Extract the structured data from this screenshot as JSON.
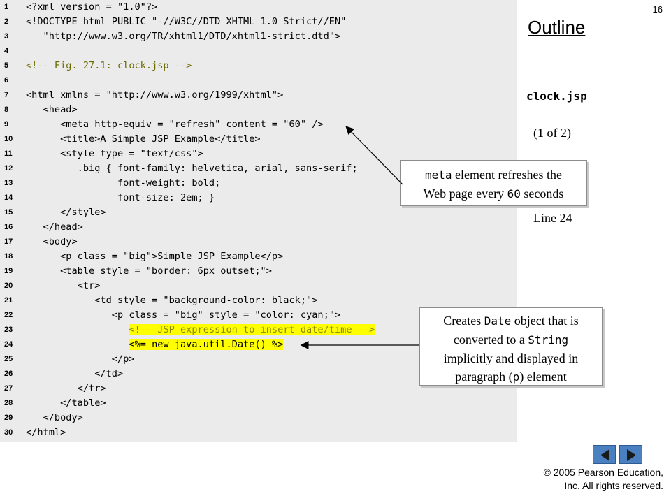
{
  "slide_number": "16",
  "outline_title": "Outline",
  "file_name": "clock.jsp",
  "page_of": "(1 of 2)",
  "line_ref": "Line 24",
  "callout_meta": {
    "mono_word": "meta",
    "text_1": " element refreshes the",
    "text_2": "Web page every ",
    "mono_num": "60",
    "text_3": " seconds"
  },
  "callout_date": {
    "line_1_a": "Creates ",
    "line_1_mono": "Date",
    "line_1_b": " object that is",
    "line_2_a": "converted to a ",
    "line_2_mono": "String",
    "line_3": "implicitly and displayed in",
    "line_4_a": "paragraph (",
    "line_4_mono": "p",
    "line_4_b": ") element"
  },
  "copyright": {
    "line_1": "© 2005 Pearson Education,",
    "line_2": "Inc.  All rights reserved."
  },
  "code_lines": [
    {
      "n": "1",
      "t": "<?xml version = \"1.0\"?>"
    },
    {
      "n": "2",
      "t": "<!DOCTYPE html PUBLIC \"-//W3C//DTD XHTML 1.0 Strict//EN\""
    },
    {
      "n": "3",
      "t": "   \"http://www.w3.org/TR/xhtml1/DTD/xhtml1-strict.dtd\">"
    },
    {
      "n": "4",
      "t": ""
    },
    {
      "n": "5",
      "t": "<!-- Fig. 27.1: clock.jsp -->"
    },
    {
      "n": "6",
      "t": ""
    },
    {
      "n": "7",
      "t": "<html xmlns = \"http://www.w3.org/1999/xhtml\">"
    },
    {
      "n": "8",
      "t": "   <head>"
    },
    {
      "n": "9",
      "t": "      <meta http-equiv = \"refresh\" content = \"60\" />"
    },
    {
      "n": "10",
      "t": "      <title>A Simple JSP Example</title>"
    },
    {
      "n": "11",
      "t": "      <style type = \"text/css\">"
    },
    {
      "n": "12",
      "t": "         .big { font-family: helvetica, arial, sans-serif;"
    },
    {
      "n": "13",
      "t": "                font-weight: bold;"
    },
    {
      "n": "14",
      "t": "                font-size: 2em; }"
    },
    {
      "n": "15",
      "t": "      </style>"
    },
    {
      "n": "16",
      "t": "   </head>"
    },
    {
      "n": "17",
      "t": "   <body>"
    },
    {
      "n": "18",
      "t": "      <p class = \"big\">Simple JSP Example</p>"
    },
    {
      "n": "19",
      "t": "      <table style = \"border: 6px outset;\">"
    },
    {
      "n": "20",
      "t": "         <tr>"
    },
    {
      "n": "21",
      "t": "            <td style = \"background-color: black;\">"
    },
    {
      "n": "22",
      "t": "               <p class = \"big\" style = \"color: cyan;\">"
    },
    {
      "n": "23",
      "t": "                  <!-- JSP expression to insert date/time -->"
    },
    {
      "n": "24",
      "t": "                  <%= new java.util.Date() %>"
    },
    {
      "n": "25",
      "t": "               </p>"
    },
    {
      "n": "26",
      "t": "            </td>"
    },
    {
      "n": "27",
      "t": "         </tr>"
    },
    {
      "n": "28",
      "t": "      </table>"
    },
    {
      "n": "29",
      "t": "   </body>"
    },
    {
      "n": "30",
      "t": "</html>"
    }
  ],
  "nav": {
    "prev_icon": "triangle-left-icon",
    "next_icon": "triangle-right-icon"
  }
}
